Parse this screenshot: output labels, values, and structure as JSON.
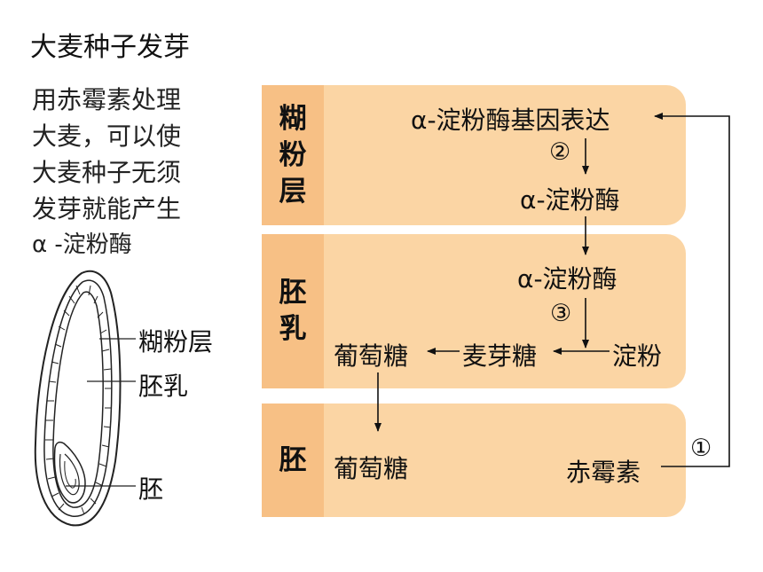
{
  "title": "大麦种子发芽",
  "description_lines": [
    "用赤霉素处理",
    "大麦，可以使",
    "大麦种子无须",
    "发芽就能产生",
    "α -淀粉酶"
  ],
  "seed_labels": {
    "aleurone": "糊粉层",
    "endosperm": "胚乳",
    "embryo": "胚"
  },
  "panels": {
    "aleurone": {
      "title_chars": [
        "糊",
        "粉",
        "层"
      ],
      "gene_expression": "α-淀粉酶基因表达",
      "step2": "②",
      "amylase": "α-淀粉酶"
    },
    "endosperm": {
      "title_chars": [
        "胚",
        "乳"
      ],
      "amylase": "α-淀粉酶",
      "step3": "③",
      "starch": "淀粉",
      "maltose": "麦芽糖",
      "glucose": "葡萄糖"
    },
    "embryo": {
      "title_chars": [
        "胚"
      ],
      "glucose": "葡萄糖",
      "gibberellin": "赤霉素",
      "step1": "①"
    }
  },
  "colors": {
    "panel_fill": "#fbd5a4",
    "panel_title_fill": "#f7c085",
    "arrow": "#111111"
  }
}
